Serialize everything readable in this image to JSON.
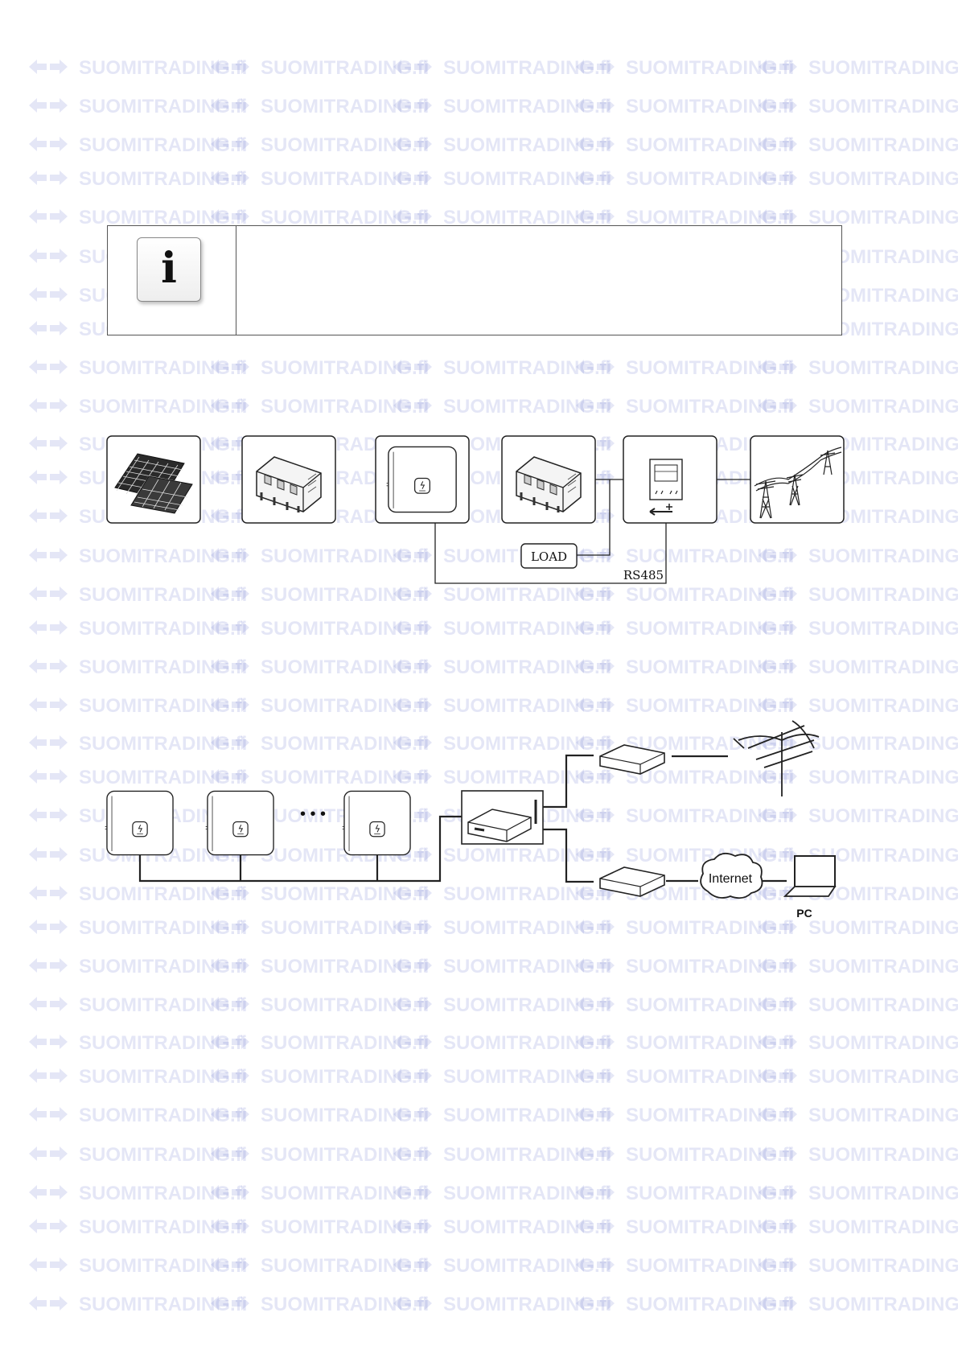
{
  "watermark": {
    "brand_text": "SUOMITRADING.fi",
    "brand_color": "#5b67c9",
    "icon": "double-arrow-logo-icon"
  },
  "note": {
    "icon": "info-icon",
    "icon_glyph": "i"
  },
  "system_diagram": {
    "blocks": [
      {
        "name": "pv-array",
        "icon": "solar-panel-icon"
      },
      {
        "name": "dc-breaker",
        "icon": "breaker-icon"
      },
      {
        "name": "inverter",
        "icon": "inverter-icon"
      },
      {
        "name": "ac-breaker",
        "icon": "breaker-icon"
      },
      {
        "name": "energy-meter",
        "icon": "meter-icon"
      },
      {
        "name": "grid",
        "icon": "power-tower-icon"
      }
    ],
    "load_label": "LOAD",
    "rs485_label": "RS485"
  },
  "monitoring_diagram": {
    "inverter_count_shown": 3,
    "ellipsis": "• • •",
    "router_icon": "wifi-router-icon",
    "modem_icon": "modem-icon",
    "antenna_icon": "antenna-icon",
    "internet_label": "Internet",
    "pc_label": "PC"
  }
}
